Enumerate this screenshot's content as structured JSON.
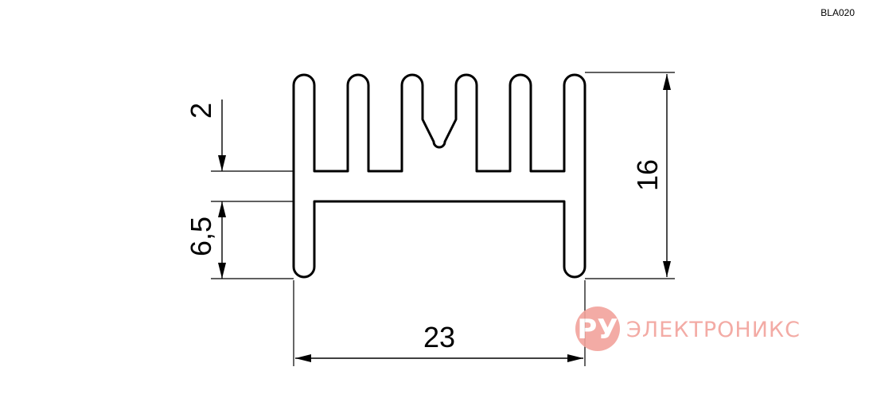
{
  "drawing_code": "BLA020",
  "dimensions": {
    "width": "23",
    "height": "16",
    "fin_gap": "2",
    "leg_height": "6,5"
  },
  "watermark": {
    "badge": "РУ",
    "text": "ЭЛЕКТРОНИКС",
    "color": "#f2a39c"
  },
  "colors": {
    "line": "#000000",
    "background": "#ffffff"
  }
}
